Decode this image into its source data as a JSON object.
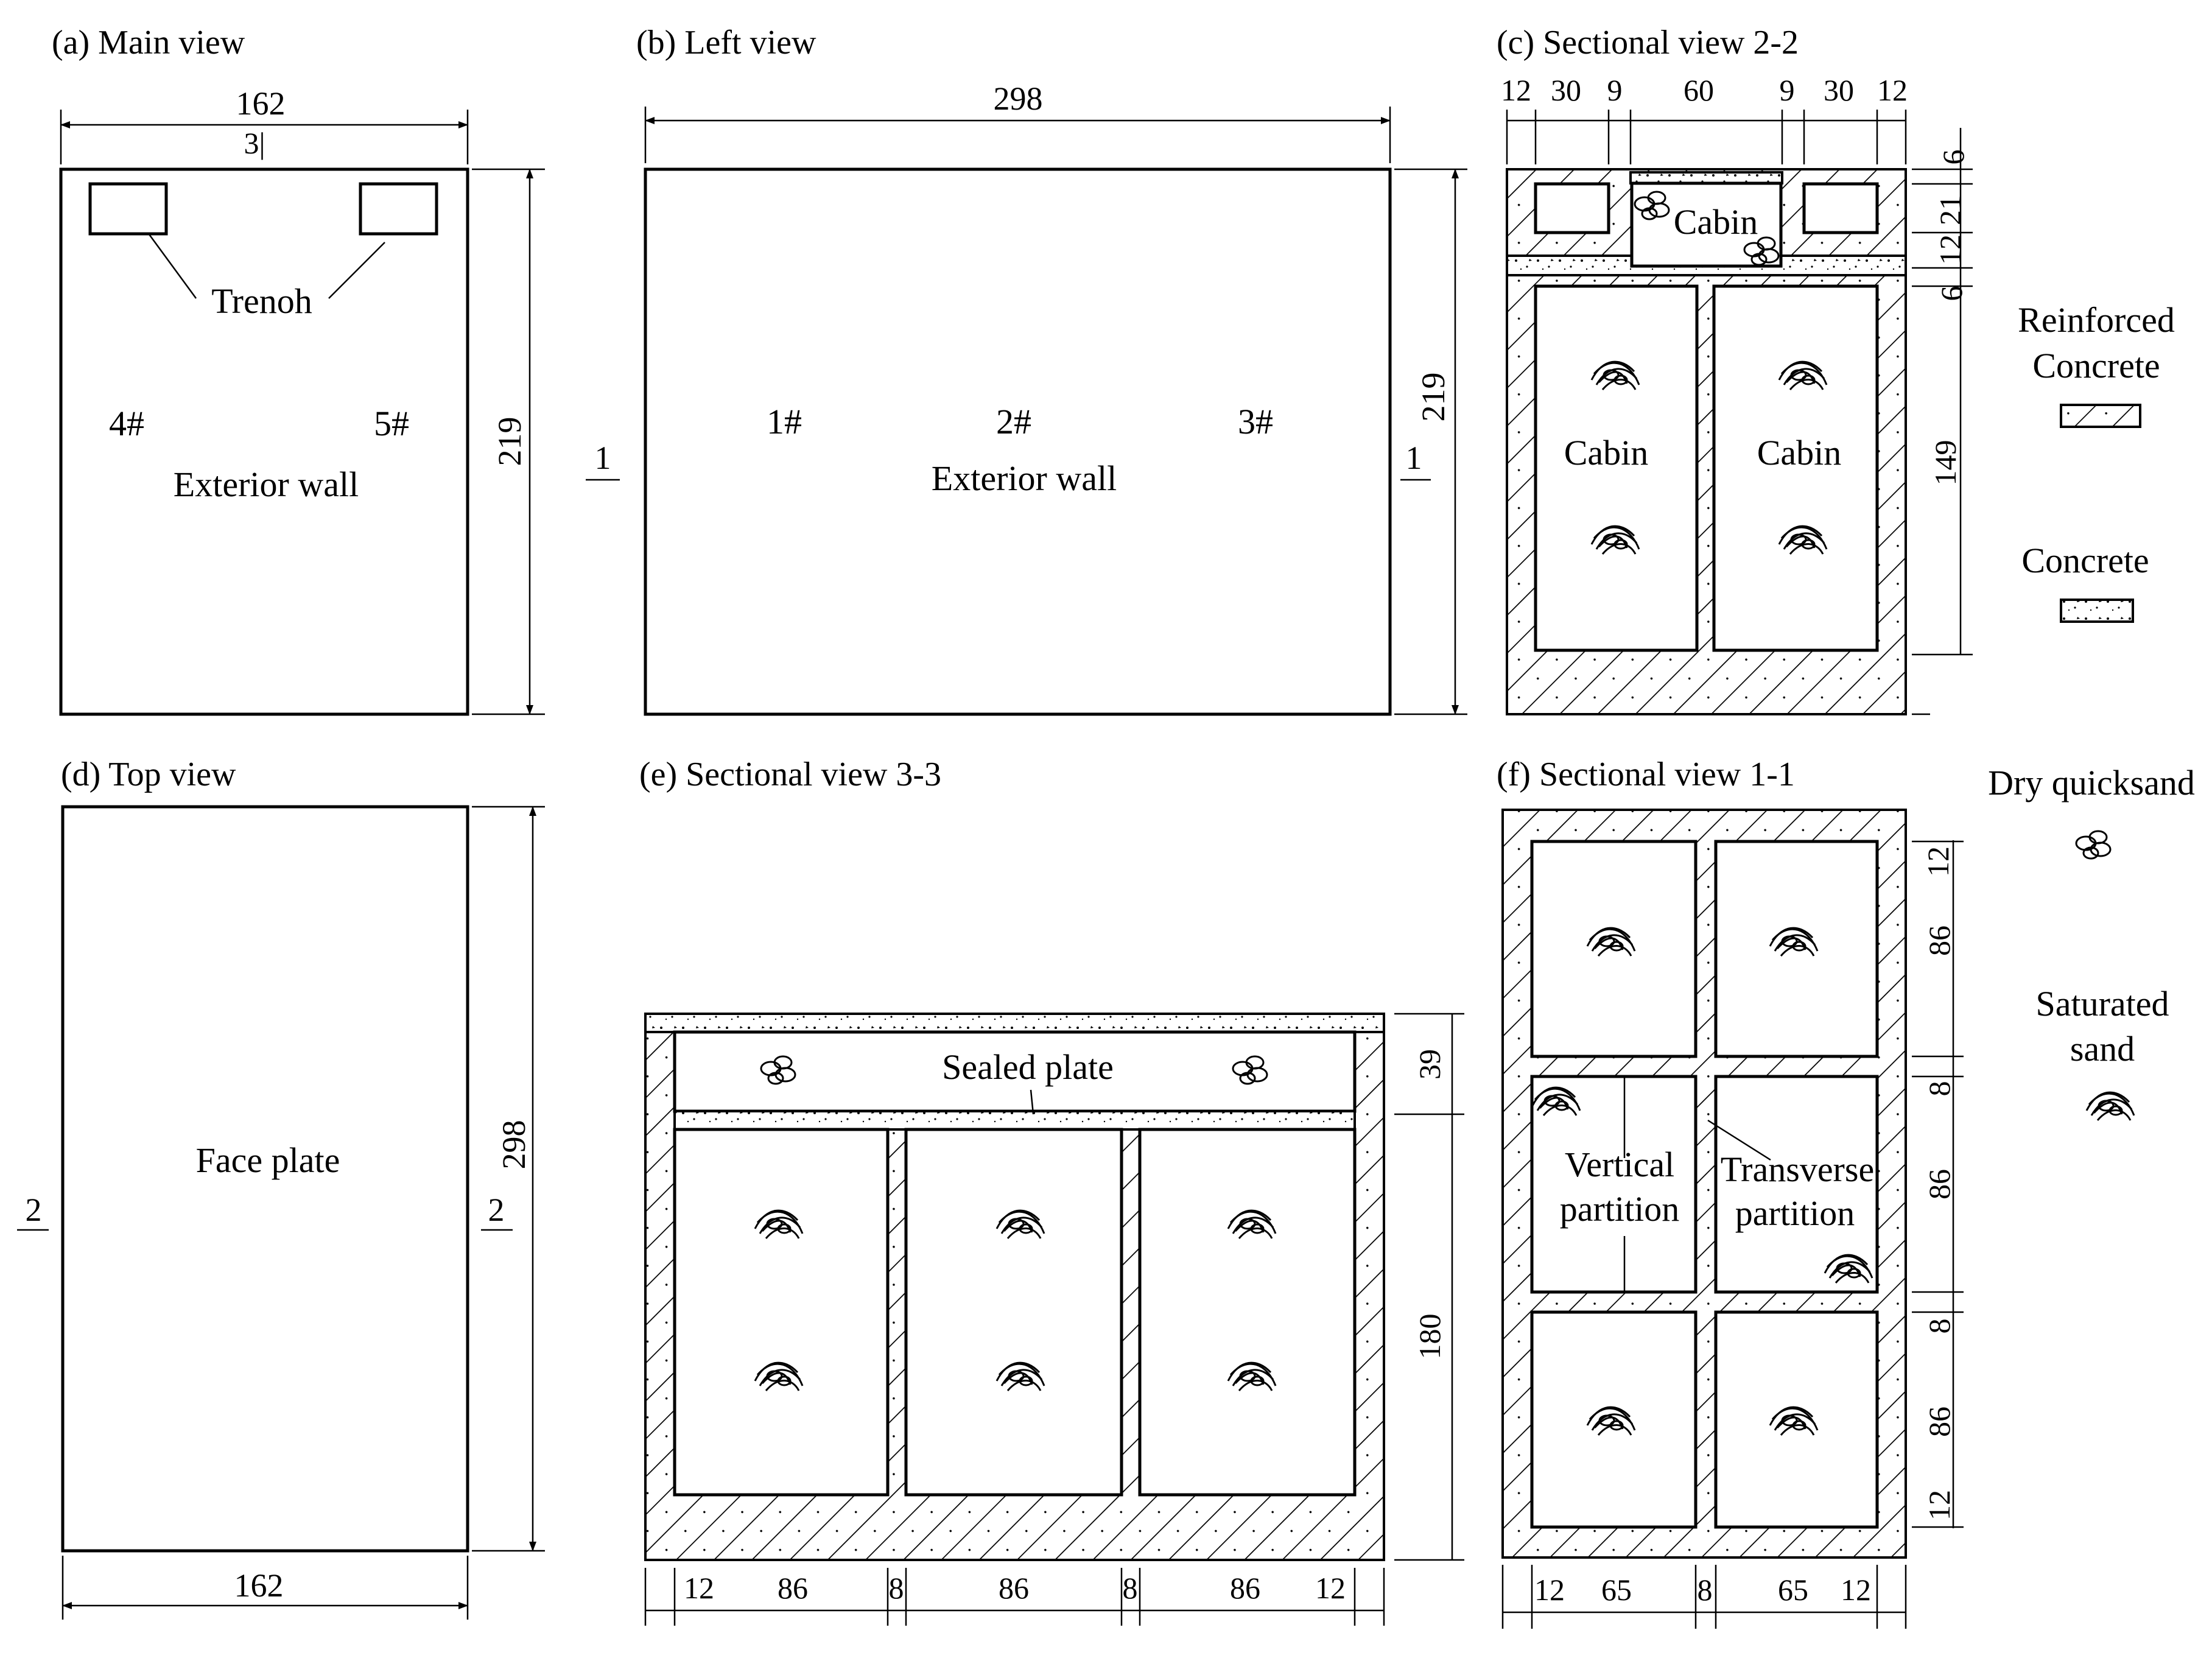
{
  "colors": {
    "ink": "#000000",
    "paper": "#ffffff"
  },
  "views": {
    "a": {
      "title": "(a) Main view",
      "dim_width": "162",
      "dim_top_small": "3|",
      "dim_height": "219",
      "trench_label": "Trenoh",
      "point_left": "4#",
      "point_right": "5#",
      "wall_label": "Exterior wall"
    },
    "b": {
      "title": "(b) Left view",
      "dim_width": "298",
      "dim_height": "219",
      "section_mark_left": "1",
      "section_mark_right": "1",
      "point_1": "1#",
      "point_2": "2#",
      "point_3": "3#",
      "wall_label": "Exterior wall"
    },
    "c": {
      "title": "(c) Sectional view 2-2",
      "top_dims": [
        "12",
        "30",
        "9",
        "60",
        "9",
        "30",
        "12"
      ],
      "right_dims": [
        "6",
        "21",
        "12",
        "6",
        "149"
      ],
      "cabin_top": "Cabin",
      "cabin_left": "Cabin",
      "cabin_right": "Cabin"
    },
    "d": {
      "title": "(d) Top view",
      "dim_width": "162",
      "dim_height": "298",
      "section_mark_left": "2",
      "section_mark_right": "2",
      "plate_label": "Face plate"
    },
    "e": {
      "title": "(e) Sectional view 3-3",
      "sealed_label": "Sealed plate",
      "right_dims": [
        "39",
        "180"
      ],
      "bottom_dims": [
        "12",
        "86",
        "8",
        "86",
        "8",
        "86",
        "12"
      ]
    },
    "f": {
      "title": "(f) Sectional view 1-1",
      "right_dims": [
        "12",
        "86",
        "8",
        "86",
        "8",
        "86",
        "12"
      ],
      "bottom_dims": [
        "12",
        "65",
        "8",
        "65",
        "12"
      ],
      "vertical_label_1": "Vertical",
      "vertical_label_2": "partition",
      "transverse_label_1": "Transverse",
      "transverse_label_2": "partition"
    }
  },
  "legend": {
    "reinforced_1": "Reinforced",
    "reinforced_2": "Concrete",
    "concrete": "Concrete",
    "dry_sand": "Dry quicksand",
    "saturated_1": "Saturated",
    "saturated_2": "sand"
  }
}
